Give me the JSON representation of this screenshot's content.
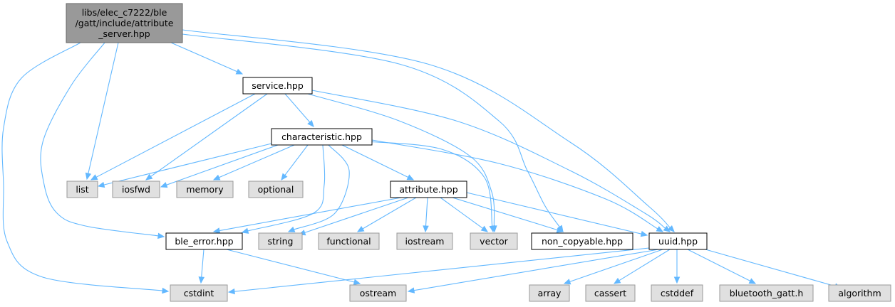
{
  "title": "Include dependency graph for attribute_server.hpp",
  "colors": {
    "root_fill": "#999999",
    "root_stroke": "#666666",
    "node_fill": "#ffffff",
    "node_stroke": "#000000",
    "external_fill": "#e0e0e0",
    "external_stroke": "#999999",
    "edge": "#63b8ff"
  },
  "nodes": [
    {
      "id": "root",
      "lines": [
        "libs/elec_c7222/ble",
        "/gatt/include/attribute",
        "_server.hpp"
      ],
      "kind": "root"
    },
    {
      "id": "service",
      "lines": [
        "service.hpp"
      ],
      "kind": "local"
    },
    {
      "id": "characteristic",
      "lines": [
        "characteristic.hpp"
      ],
      "kind": "local"
    },
    {
      "id": "attribute",
      "lines": [
        "attribute.hpp"
      ],
      "kind": "local"
    },
    {
      "id": "ble_error",
      "lines": [
        "ble_error.hpp"
      ],
      "kind": "local"
    },
    {
      "id": "non_copyable",
      "lines": [
        "non_copyable.hpp"
      ],
      "kind": "local"
    },
    {
      "id": "uuid",
      "lines": [
        "uuid.hpp"
      ],
      "kind": "local"
    },
    {
      "id": "list",
      "lines": [
        "list"
      ],
      "kind": "external"
    },
    {
      "id": "iosfwd",
      "lines": [
        "iosfwd"
      ],
      "kind": "external"
    },
    {
      "id": "memory",
      "lines": [
        "memory"
      ],
      "kind": "external"
    },
    {
      "id": "optional",
      "lines": [
        "optional"
      ],
      "kind": "external"
    },
    {
      "id": "string",
      "lines": [
        "string"
      ],
      "kind": "external"
    },
    {
      "id": "functional",
      "lines": [
        "functional"
      ],
      "kind": "external"
    },
    {
      "id": "iostream",
      "lines": [
        "iostream"
      ],
      "kind": "external"
    },
    {
      "id": "vector",
      "lines": [
        "vector"
      ],
      "kind": "external"
    },
    {
      "id": "cstdint",
      "lines": [
        "cstdint"
      ],
      "kind": "external"
    },
    {
      "id": "ostream",
      "lines": [
        "ostream"
      ],
      "kind": "external"
    },
    {
      "id": "array",
      "lines": [
        "array"
      ],
      "kind": "external"
    },
    {
      "id": "cassert",
      "lines": [
        "cassert"
      ],
      "kind": "external"
    },
    {
      "id": "cstddef",
      "lines": [
        "cstddef"
      ],
      "kind": "external"
    },
    {
      "id": "bluetooth_gatt",
      "lines": [
        "bluetooth_gatt.h"
      ],
      "kind": "external"
    },
    {
      "id": "algorithm",
      "lines": [
        "algorithm"
      ],
      "kind": "external"
    }
  ],
  "edges": [
    {
      "from": "root",
      "to": "service"
    },
    {
      "from": "root",
      "to": "list"
    },
    {
      "from": "root",
      "to": "ble_error"
    },
    {
      "from": "root",
      "to": "cstdint"
    },
    {
      "from": "root",
      "to": "non_copyable"
    },
    {
      "from": "root",
      "to": "uuid"
    },
    {
      "from": "service",
      "to": "characteristic"
    },
    {
      "from": "service",
      "to": "list"
    },
    {
      "from": "service",
      "to": "iosfwd"
    },
    {
      "from": "service",
      "to": "vector"
    },
    {
      "from": "service",
      "to": "uuid"
    },
    {
      "from": "characteristic",
      "to": "list"
    },
    {
      "from": "characteristic",
      "to": "iosfwd"
    },
    {
      "from": "characteristic",
      "to": "memory"
    },
    {
      "from": "characteristic",
      "to": "optional"
    },
    {
      "from": "characteristic",
      "to": "attribute"
    },
    {
      "from": "characteristic",
      "to": "ble_error"
    },
    {
      "from": "characteristic",
      "to": "string"
    },
    {
      "from": "characteristic",
      "to": "vector"
    },
    {
      "from": "characteristic",
      "to": "uuid"
    },
    {
      "from": "attribute",
      "to": "ble_error"
    },
    {
      "from": "attribute",
      "to": "string"
    },
    {
      "from": "attribute",
      "to": "functional"
    },
    {
      "from": "attribute",
      "to": "iostream"
    },
    {
      "from": "attribute",
      "to": "vector"
    },
    {
      "from": "attribute",
      "to": "non_copyable"
    },
    {
      "from": "attribute",
      "to": "uuid"
    },
    {
      "from": "ble_error",
      "to": "cstdint"
    },
    {
      "from": "ble_error",
      "to": "ostream"
    },
    {
      "from": "uuid",
      "to": "cstdint"
    },
    {
      "from": "uuid",
      "to": "ostream"
    },
    {
      "from": "uuid",
      "to": "array"
    },
    {
      "from": "uuid",
      "to": "cassert"
    },
    {
      "from": "uuid",
      "to": "cstddef"
    },
    {
      "from": "uuid",
      "to": "bluetooth_gatt"
    },
    {
      "from": "uuid",
      "to": "algorithm"
    }
  ]
}
